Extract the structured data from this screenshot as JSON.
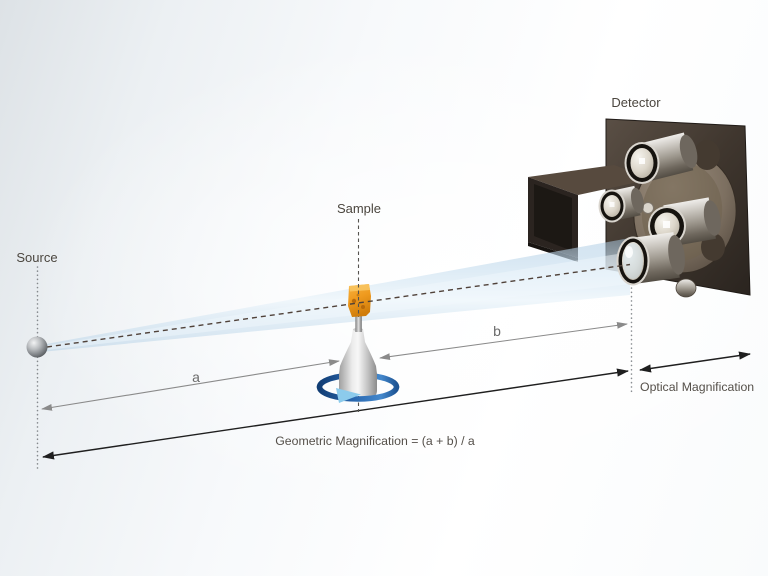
{
  "diagram": {
    "labels": {
      "source": "Source",
      "sample": "Sample",
      "detector": "Detector"
    },
    "dimensions": {
      "a": "a",
      "b": "b",
      "optical": "Optical Magnification",
      "geometric": "Geometric Magnification = (a + b) / a"
    },
    "colors": {
      "beam_blue": "#cfe3f2",
      "sample_orange": "#ee9a1e",
      "rotation_ring_blue": "#2a68b0",
      "detector_plate_brown": "#3f362e",
      "dimension_line_gray": "#8a8a8a",
      "dimension_line_black": "#1f1f1f",
      "text_gray": "#4b463f"
    }
  }
}
